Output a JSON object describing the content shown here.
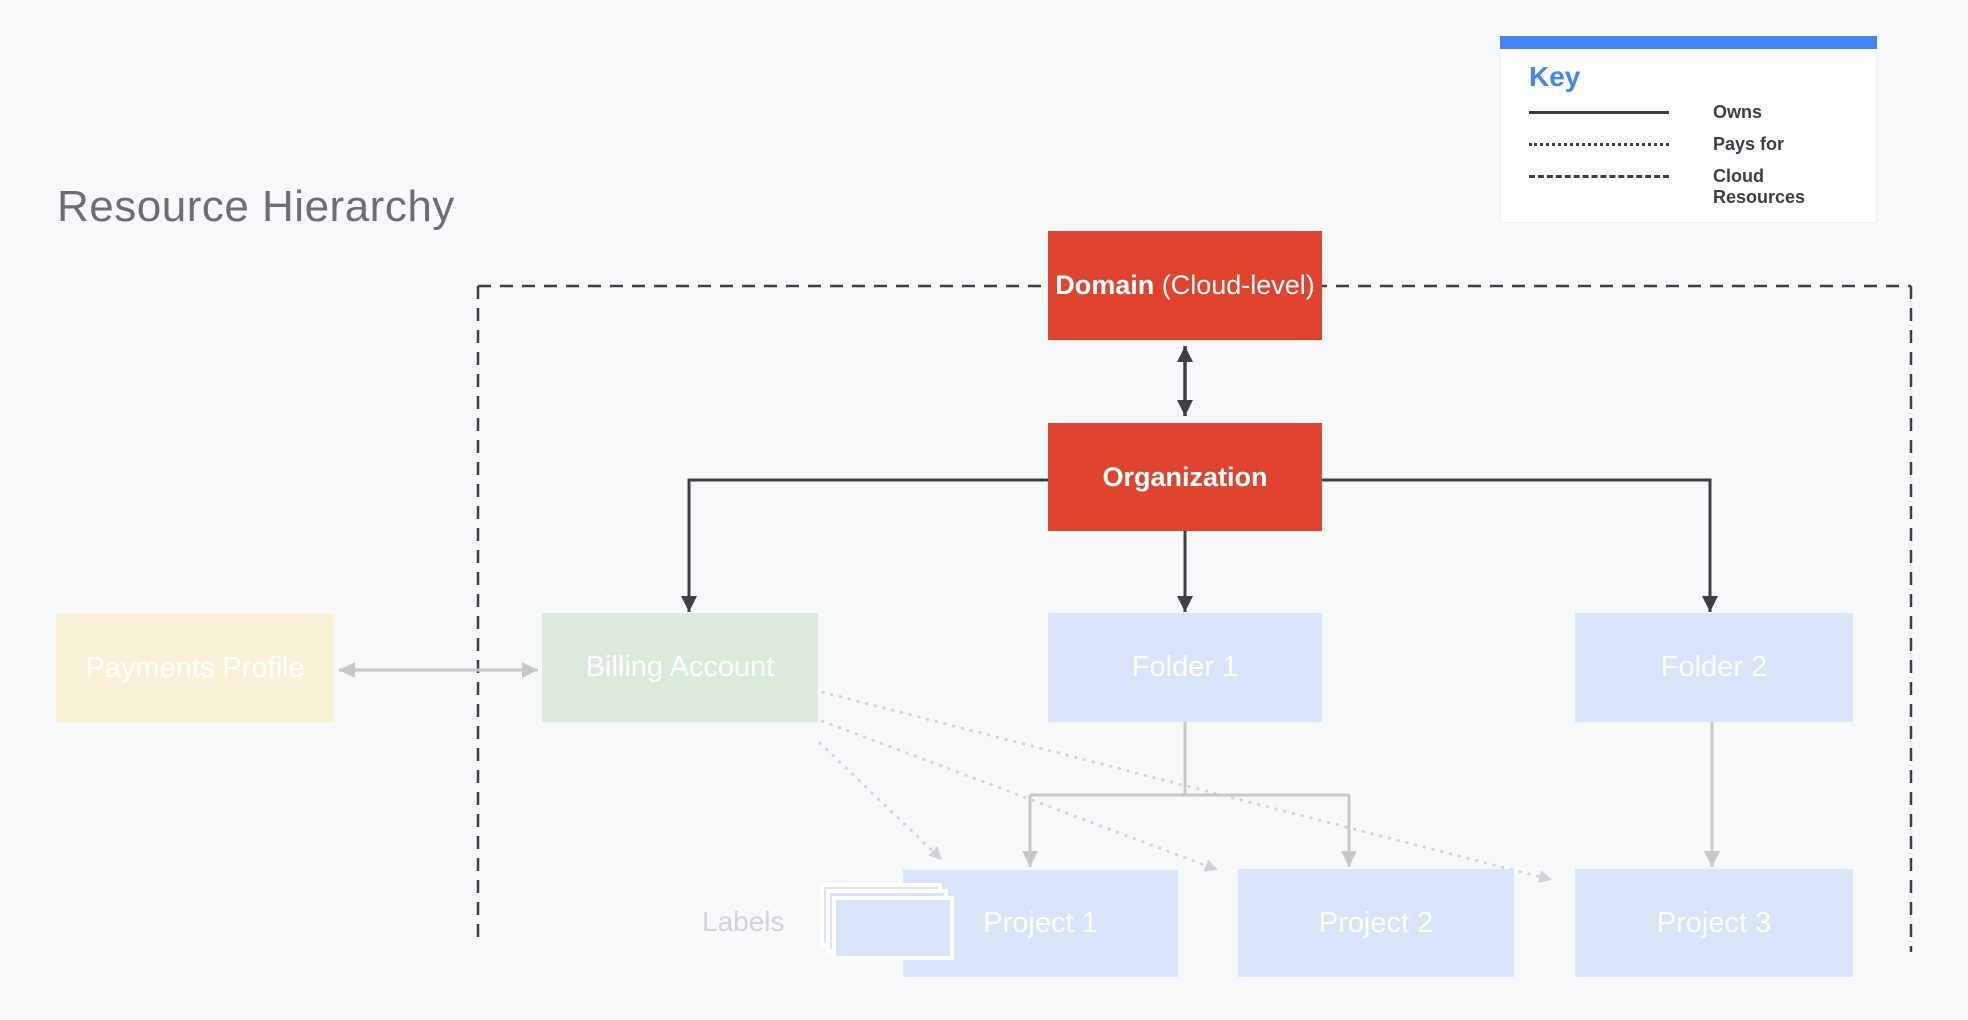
{
  "title": "Resource Hierarchy",
  "legend": {
    "heading": "Key",
    "items": [
      {
        "style": "solid",
        "label": "Owns"
      },
      {
        "style": "dotted",
        "label": "Pays for"
      },
      {
        "style": "dashed",
        "label": "Cloud Resources"
      }
    ]
  },
  "nodes": {
    "domain": {
      "label_bold": "Domain",
      "label_regular": " (Cloud-level)"
    },
    "organization": {
      "label": "Organization"
    },
    "payments_profile": {
      "label": "Payments Profile"
    },
    "billing_account": {
      "label": "Billing Account"
    },
    "folder1": {
      "label": "Folder 1"
    },
    "folder2": {
      "label": "Folder 2"
    },
    "project1": {
      "label": "Project 1"
    },
    "project2": {
      "label": "Project 2"
    },
    "project3": {
      "label": "Project 3"
    }
  },
  "captions": {
    "labels": "Labels"
  },
  "colors": {
    "background": "#F7F8FA",
    "red_box": "#E0442F",
    "blue_box": "#D9E4F8",
    "green_box": "#DBEADA",
    "cream_box": "#F8F0D7",
    "legend_accent_blue": "#4285F4",
    "owns_line_dark": "#3C4043",
    "cloud_boundary_dash": "#3C4043",
    "gray_line": "#C6C8CA",
    "pays_for_dotted": "#D0D2D5",
    "title_text": "#6C6F72",
    "labels_text": "#D1D3D6",
    "box_text": "#FFFFFF"
  }
}
